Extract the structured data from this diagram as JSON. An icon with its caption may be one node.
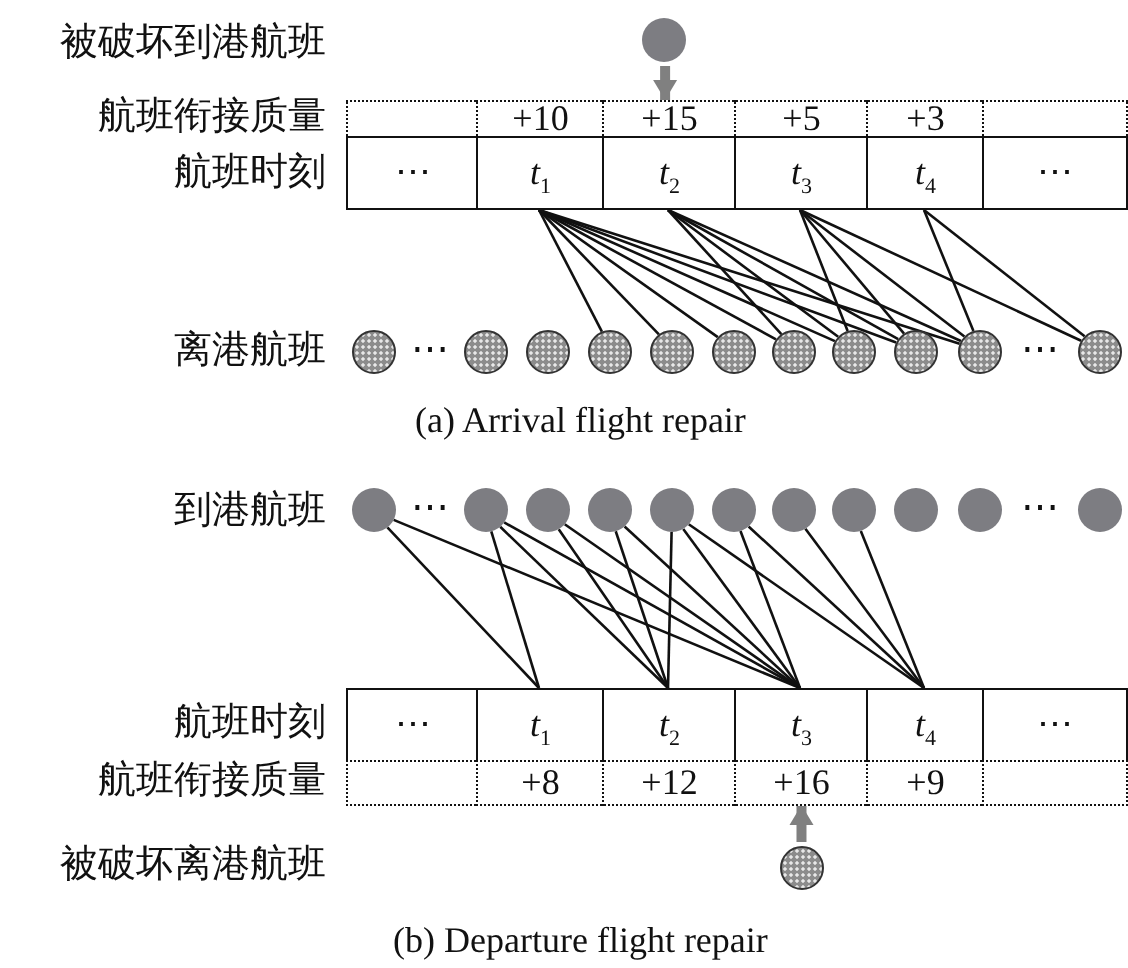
{
  "diagram": {
    "nodes": [
      {
        "text": [],
        "shape": "circle"
      },
      {
        "text": [],
        "shape": "box"
      },
      {
        "text": [
          "+10"
        ]
      },
      {
        "text": [
          "+15"
        ]
      },
      {
        "text": [
          "+5"
        ]
      },
      {
        "text": [
          "+3"
        ]
      },
      {
        "text": [],
        "shape": "box"
      },
      {
        "text": [
          "⋯"
        ]
      },
      {
        "text": [
          "*t*$_{1}$"
        ]
      },
      {
        "text": [
          "*t*$_{2}$"
        ]
      },
      {
        "text": [
          "*t*$_{3}$"
        ]
      },
      {
        "text": [
          "*t*$_{4}$"
        ]
      },
      {
        "text": [
          "⋯"
        ]
      },
      {
        "text": [],
        "shape": "circle"
      },
      {
        "text": [],
        "shape": "circle"
      },
      {
        "text": [],
        "shape": "circle"
      },
      {
        "text": [],
        "shape": "circle"
      },
      {
        "text": [],
        "shape": "circle"
      },
      {
        "text": [],
        "shape": "circle"
      },
      {
        "text": [],
        "shape": "circle"
      },
      {
        "text": [],
        "shape": "circle"
      },
      {
        "text": [],
        "shape": "circle"
      },
      {
        "text": [],
        "shape": "circle"
      },
      {
        "text": [],
        "shape": "circle"
      },
      {
        "text": [],
        "shape": "circle"
      },
      {
        "text": [],
        "shape": "circle"
      },
      {
        "text": [],
        "shape": "circle"
      },
      {
        "text": [],
        "shape": "circle"
      },
      {
        "text": [],
        "shape": "circle"
      },
      {
        "text": [],
        "shape": "circle"
      },
      {
        "text": [],
        "shape": "circle"
      },
      {
        "text": [],
        "shape": "circle"
      },
      {
        "text": [],
        "shape": "circle"
      },
      {
        "text": [],
        "shape": "circle"
      },
      {
        "text": [],
        "shape": "circle"
      },
      {
        "text": [
          "⋯"
        ]
      },
      {
        "text": [
          "*t*$_{1}$"
        ]
      },
      {
        "text": [
          "*t*$_{2}$"
        ]
      },
      {
        "text": [
          "*t*$_{3}$"
        ]
      },
      {
        "text": [
          "*t*$_{4}$"
        ]
      },
      {
        "text": [
          "⋯"
        ]
      },
      {
        "text": [],
        "shape": "box"
      },
      {
        "text": [
          "+8"
        ]
      },
      {
        "text": [
          "+12"
        ]
      },
      {
        "text": [
          "+16"
        ]
      },
      {
        "text": [
          "+9"
        ]
      },
      {
        "text": [],
        "shape": "box"
      },
      {
        "text": [],
        "shape": "circle"
      }
    ],
    "edges": [
      {
        "from": 0,
        "to": 3,
        "arrow": "to",
        "style": "thick",
        "color": "#808080"
      },
      {
        "from": 8,
        "to": 16,
        "arrow": "none"
      },
      {
        "from": 8,
        "to": 17,
        "arrow": "none"
      },
      {
        "from": 8,
        "to": 18,
        "arrow": "none"
      },
      {
        "from": 8,
        "to": 19,
        "arrow": "none"
      },
      {
        "from": 8,
        "to": 20,
        "arrow": "none"
      },
      {
        "from": 8,
        "to": 21,
        "arrow": "none"
      },
      {
        "from": 8,
        "to": 22,
        "arrow": "none"
      },
      {
        "from": 9,
        "to": 19,
        "arrow": "none"
      },
      {
        "from": 9,
        "to": 20,
        "arrow": "none"
      },
      {
        "from": 9,
        "to": 21,
        "arrow": "none"
      },
      {
        "from": 9,
        "to": 22,
        "arrow": "none"
      },
      {
        "from": 10,
        "to": 20,
        "arrow": "none"
      },
      {
        "from": 10,
        "to": 21,
        "arrow": "none"
      },
      {
        "from": 10,
        "to": 22,
        "arrow": "none"
      },
      {
        "from": 10,
        "to": 23,
        "arrow": "none"
      },
      {
        "from": 11,
        "to": 22,
        "arrow": "none"
      },
      {
        "from": 11,
        "to": 23,
        "arrow": "none"
      },
      {
        "from": 24,
        "to": 36,
        "arrow": "none"
      },
      {
        "from": 24,
        "to": 38,
        "arrow": "none"
      },
      {
        "from": 25,
        "to": 36,
        "arrow": "none"
      },
      {
        "from": 25,
        "to": 37,
        "arrow": "none"
      },
      {
        "from": 25,
        "to": 38,
        "arrow": "none"
      },
      {
        "from": 26,
        "to": 37,
        "arrow": "none"
      },
      {
        "from": 26,
        "to": 38,
        "arrow": "none"
      },
      {
        "from": 27,
        "to": 37,
        "arrow": "none"
      },
      {
        "from": 27,
        "to": 38,
        "arrow": "none"
      },
      {
        "from": 28,
        "to": 37,
        "arrow": "none"
      },
      {
        "from": 28,
        "to": 38,
        "arrow": "none"
      },
      {
        "from": 28,
        "to": 39,
        "arrow": "none"
      },
      {
        "from": 29,
        "to": 38,
        "arrow": "none"
      },
      {
        "from": 29,
        "to": 39,
        "arrow": "none"
      },
      {
        "from": 30,
        "to": 39,
        "arrow": "none"
      },
      {
        "from": 31,
        "to": 39,
        "arrow": "none"
      },
      {
        "from": 47,
        "to": 44,
        "arrow": "to",
        "style": "thick",
        "color": "#808080"
      }
    ],
    "labels": [
      "被破坏到港航班",
      "航班衔接质量",
      "航班时刻",
      "离港航班",
      "⋯",
      "⋯",
      "(a) Arrival flight repair",
      "到港航班",
      "⋯",
      "⋯",
      "航班时刻",
      "航班衔接质量",
      "被破坏离港航班",
      "(b) Departure flight repair"
    ]
  }
}
